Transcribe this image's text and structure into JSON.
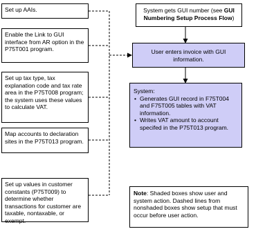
{
  "left_steps": [
    {
      "text": "Set up AAIs."
    },
    {
      "text": "Enable the Link to GUI interface from AR option in the P75T001 program."
    },
    {
      "text": "Set up tax type, tax explanation code and tax rate area in the P75T008 program; the system uses these values to calculate VAT."
    },
    {
      "text": "Map accounts to declaration sites in the P75T013 program."
    },
    {
      "text": "Set up values in customer constants (P75T009) to determine whether transactions for customer are taxable, nontaxable, or exempt."
    }
  ],
  "gui_number": {
    "prefix": "System gets GUI number (see ",
    "bold": "GUI Numbering Setup Process Flow",
    "suffix": ")"
  },
  "user_enters": "User enters invoice with GUI information.",
  "system": {
    "title": "System:",
    "bullets": [
      "Generates GUI record in F75T004 and F75T005 tables with VAT information.",
      "Writes VAT amount to account specifed in the P75T013 program."
    ]
  },
  "note": {
    "label": "Note",
    "text": ": Shaded boxes show user and system action. Dashed lines from nonshaded boxes show setup that must occur before user action."
  }
}
